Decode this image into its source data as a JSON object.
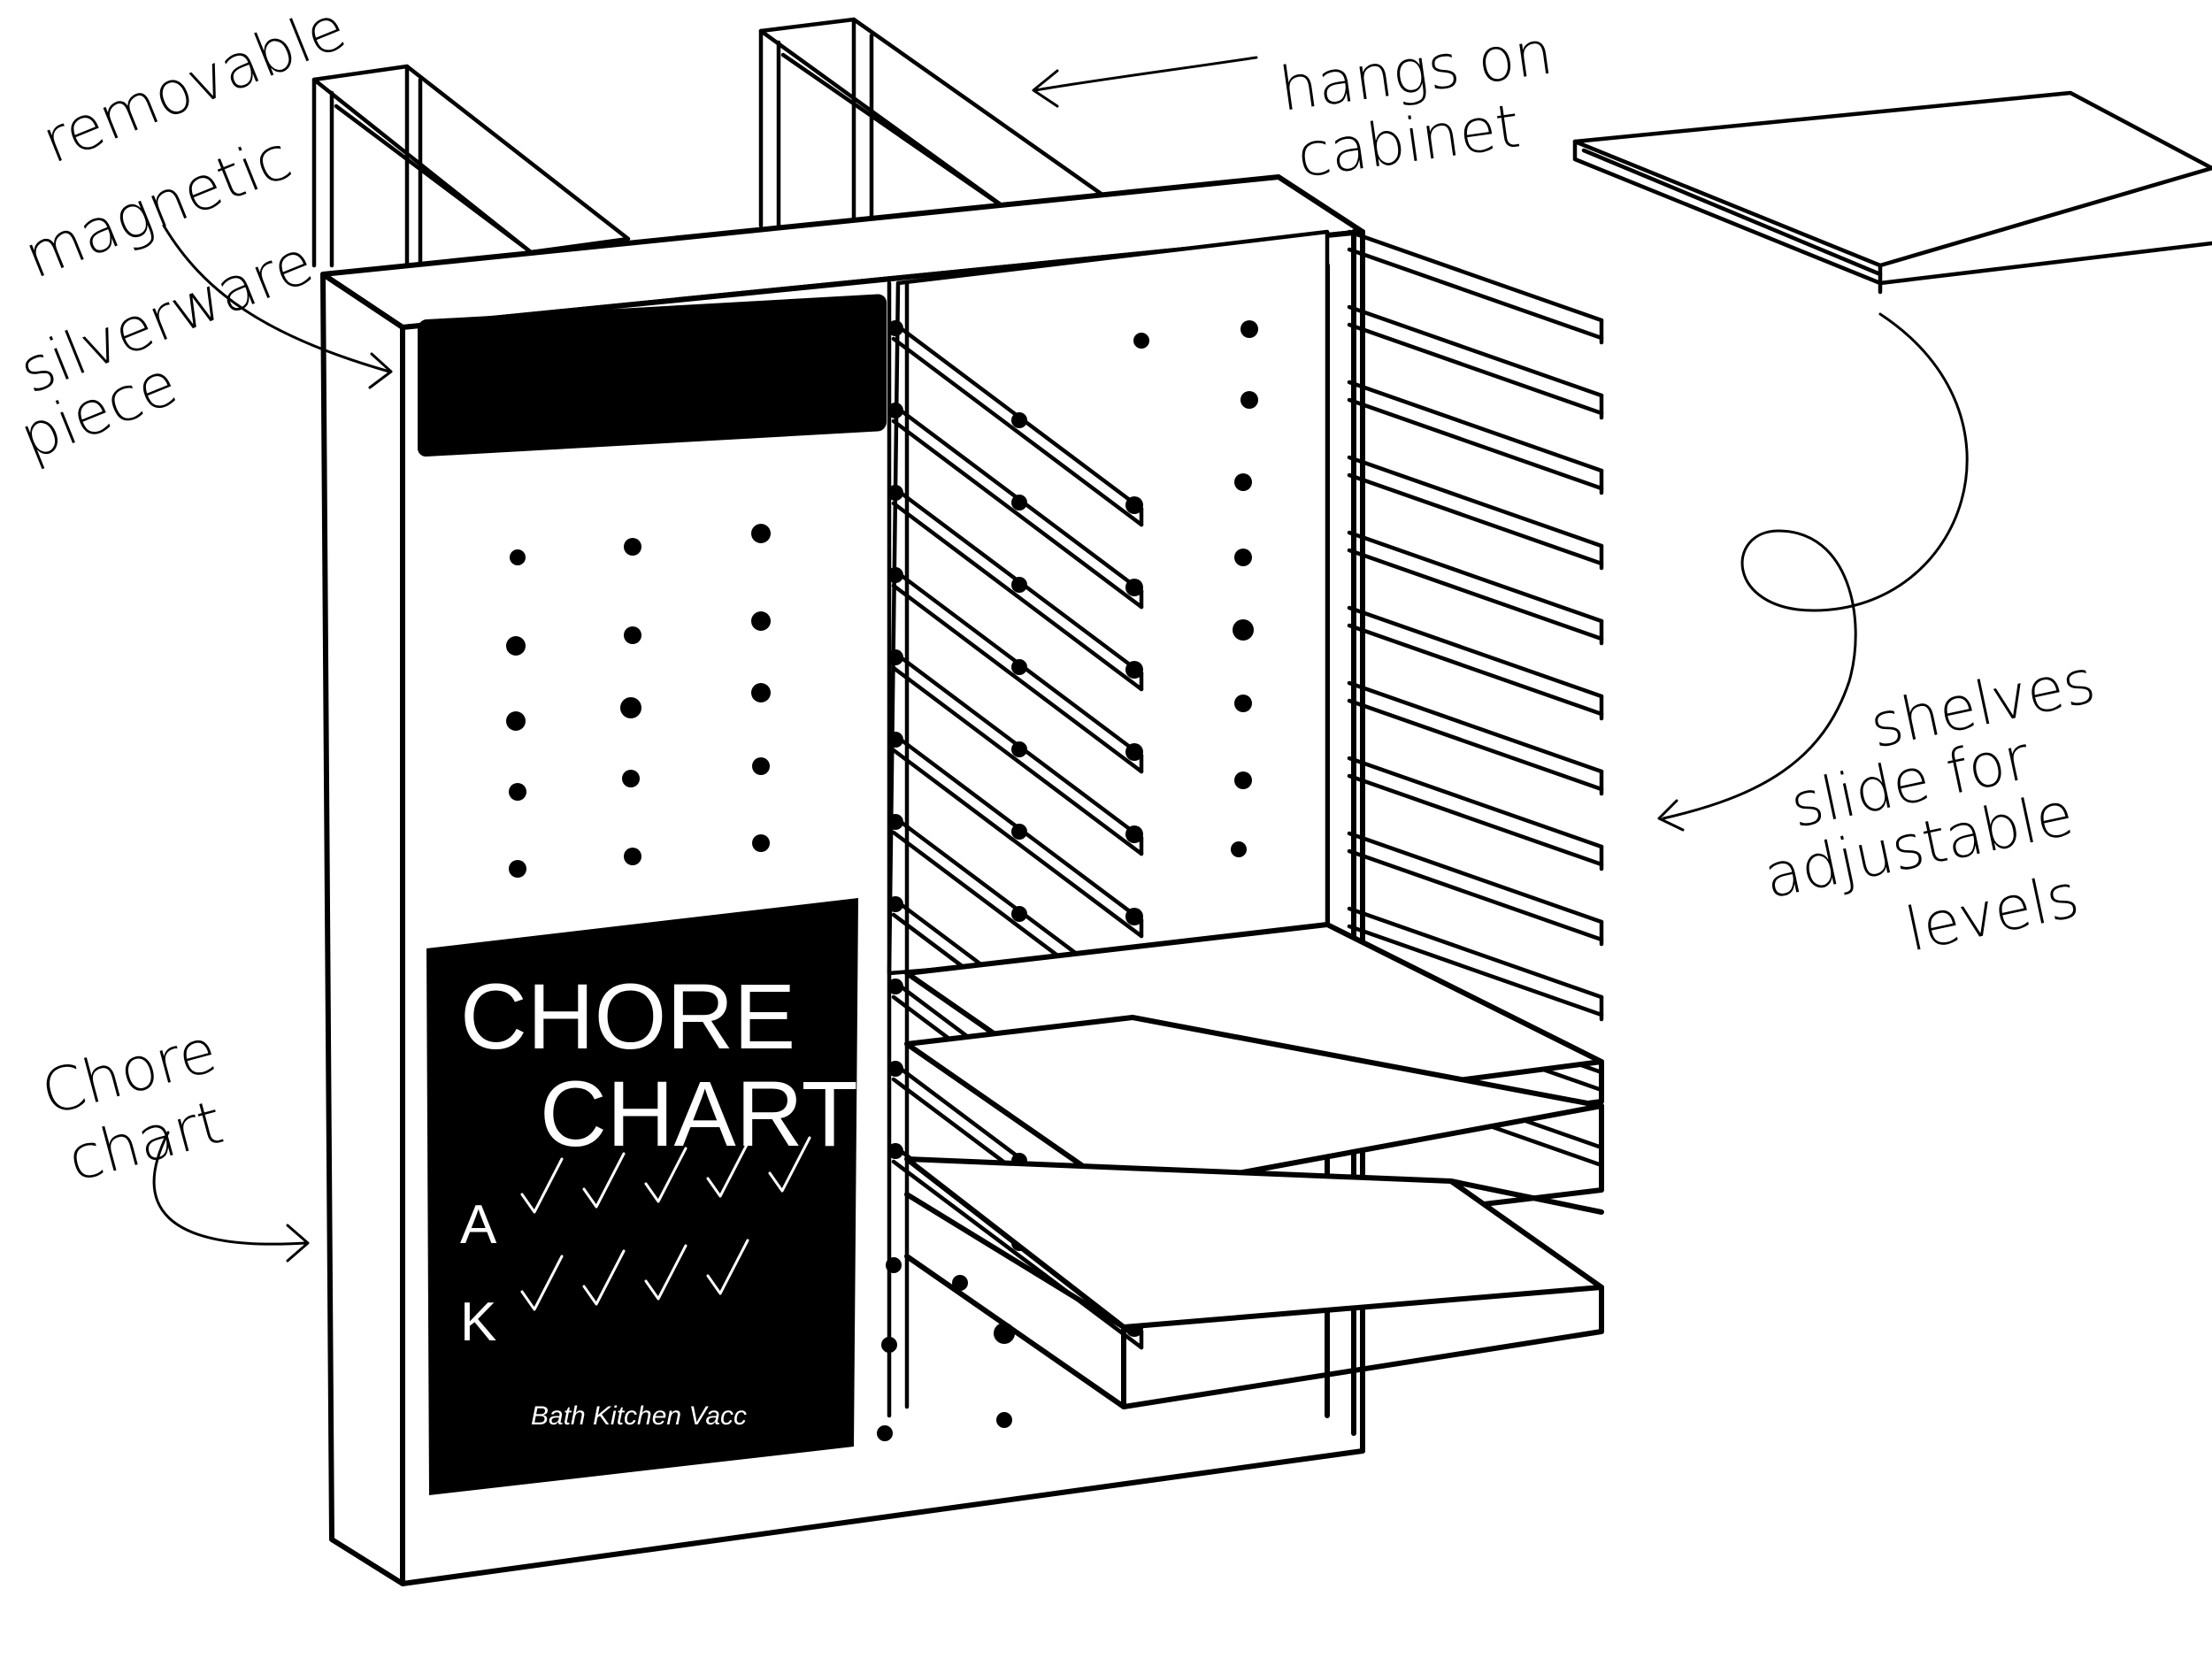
{
  "annotations": {
    "silverware": [
      "removable",
      "magnetic",
      "silverware",
      "piece"
    ],
    "hangs": [
      "hangs on",
      "cabinet"
    ],
    "shelves": [
      "shelves",
      "slide for",
      "adjustable",
      "levels"
    ],
    "chore": [
      "Chore",
      "chart"
    ]
  },
  "chore_chart": {
    "title_line1": "CHORE",
    "title_line2": "CHART",
    "rows": [
      {
        "label": "A",
        "checks": 5
      },
      {
        "label": "K",
        "checks": 4
      }
    ],
    "footer": "Bath Kitchen Vacc"
  },
  "colors": {
    "ink": "#000000",
    "paper": "#ffffff",
    "board": "#000000"
  }
}
